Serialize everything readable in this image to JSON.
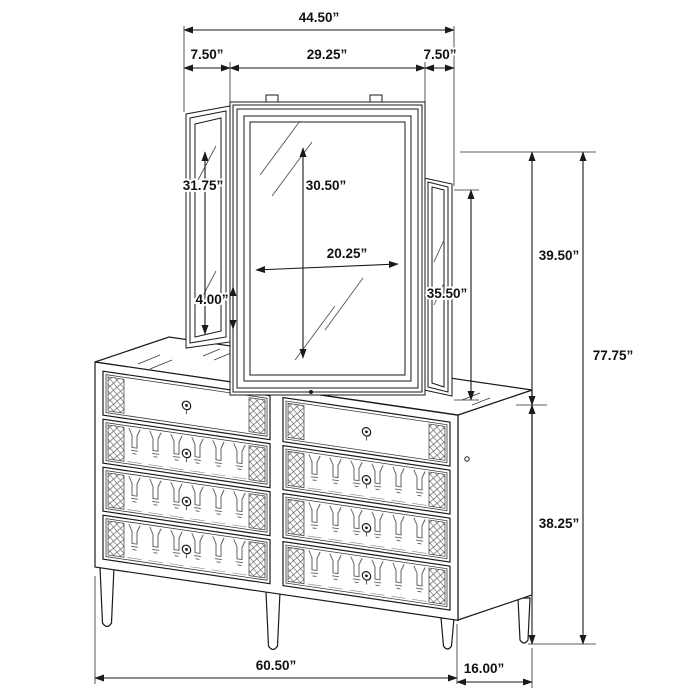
{
  "page": {
    "background_color": "#ffffff"
  },
  "diagram": {
    "subject": "dresser-with-trifold-mirror-dimension-drawing",
    "stroke_color": "#1a1a1a",
    "dimensions": {
      "mirror_assembly_width": "44.50”",
      "mirror_left_panel_width": "7.50”",
      "mirror_center_width": "29.25”",
      "mirror_right_panel_width": "7.50”",
      "left_panel_mirror_height": "31.75”",
      "center_mirror_glass_height": "30.50”",
      "center_mirror_glass_width": "20.25”",
      "panel_bottom_offset": "4.00”",
      "right_panel_mirror_height": "35.50”",
      "mirror_overall_height": "39.50”",
      "overall_height": "77.75”",
      "dresser_height": "38.25”",
      "dresser_width": "60.50”",
      "dresser_depth": "16.00”"
    }
  }
}
